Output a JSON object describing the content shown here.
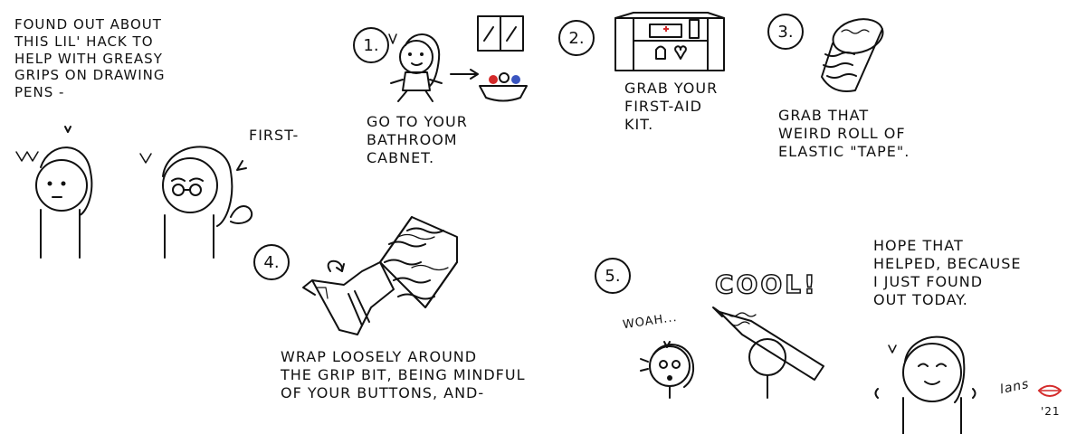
{
  "panels": {
    "intro": {
      "text": "FOUND OUT ABOUT\nTHIS LIL' HACK TO\nHELP WITH GREASY\nGRIPS ON DRAWING\nPENS -"
    },
    "first": {
      "text": "FIRST-"
    },
    "step1": {
      "number": "1.",
      "text": "GO TO YOUR\nBATHROOM\nCABNET."
    },
    "step2": {
      "number": "2.",
      "text": "GRAB YOUR\nFIRST-AID\nKIT."
    },
    "step3": {
      "number": "3.",
      "text": "GRAB THAT\nWEIRD ROLL OF\nELASTIC \"TAPE\"."
    },
    "step4": {
      "number": "4.",
      "text": "WRAP LOOSELY AROUND\nTHE GRIP BIT, BEING MINDFUL\nOF YOUR BUTTONS, AND-"
    },
    "step5": {
      "number": "5.",
      "exclaim": "WOAH...",
      "cool": "COOL!"
    },
    "outro": {
      "text": "HOPE THAT\nHELPED, BECAUSE\nI JUST FOUND\nOUT TODAY."
    }
  },
  "signature": {
    "text": "lans",
    "year": "'21"
  },
  "colors": {
    "ink": "#111111",
    "red_accent": "#d42a2a",
    "blue_accent": "#3a55c0",
    "paper": "#ffffff"
  }
}
